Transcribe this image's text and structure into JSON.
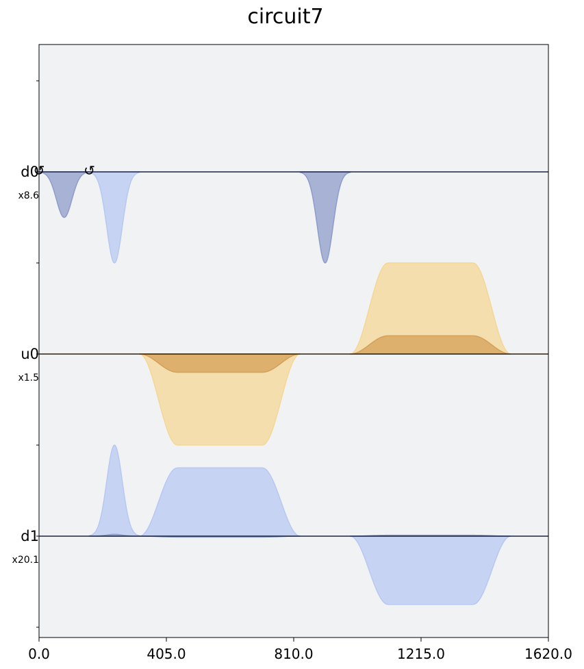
{
  "chart_data": {
    "type": "area",
    "title": "circuit7",
    "xlim": [
      0,
      1620
    ],
    "x_ticks": [
      "0.0",
      "405.0",
      "810.0",
      "1215.0",
      "1620.0"
    ],
    "x_tick_values": [
      0,
      405,
      810,
      1215,
      1620
    ],
    "grid": false,
    "channels": [
      {
        "name": "d0",
        "scale_label": "x8.6",
        "line_color": "#1a2340"
      },
      {
        "name": "u0",
        "scale_label": "x1.5",
        "line_color": "#2b1f10"
      },
      {
        "name": "d1",
        "scale_label": "x20.1",
        "line_color": "#1a2340"
      }
    ],
    "phase_markers": [
      {
        "channel": "d0",
        "x": 0,
        "symbol": "↺"
      },
      {
        "channel": "d0",
        "x": 160,
        "symbol": "↺"
      }
    ],
    "pulses": [
      {
        "channel": "d0",
        "shape": "gaussian",
        "start": 0,
        "end": 160,
        "amp_re": -0.5,
        "amp_im": 0
      },
      {
        "channel": "d0",
        "shape": "gaussian",
        "start": 160,
        "end": 320,
        "amp_re": 0,
        "amp_im": -1.0
      },
      {
        "channel": "d0",
        "shape": "gaussian",
        "start": 830,
        "end": 990,
        "amp_re": -1.0,
        "amp_im": 0
      },
      {
        "channel": "u0",
        "shape": "gaussian_square",
        "start": 320,
        "end": 830,
        "rise": 120,
        "amp_re": -0.2,
        "amp_im": -1.0
      },
      {
        "channel": "u0",
        "shape": "gaussian_square",
        "start": 990,
        "end": 1500,
        "rise": 120,
        "amp_re": 0.2,
        "amp_im": 1.0
      },
      {
        "channel": "d1",
        "shape": "gaussian",
        "start": 160,
        "end": 320,
        "amp_re": 0.02,
        "amp_im": 1.0
      },
      {
        "channel": "d1",
        "shape": "gaussian_square",
        "start": 320,
        "end": 830,
        "rise": 120,
        "amp_re": -0.01,
        "amp_im": 0.75
      },
      {
        "channel": "d1",
        "shape": "gaussian_square",
        "start": 990,
        "end": 1500,
        "rise": 120,
        "amp_re": 0.01,
        "amp_im": -0.75
      }
    ],
    "colors": {
      "background": "#f1f2f4",
      "real_drive": "#8e9ccb",
      "imag_drive": "#b7c8f2",
      "real_control": "#d4a05a",
      "imag_control": "#f5d795"
    }
  }
}
